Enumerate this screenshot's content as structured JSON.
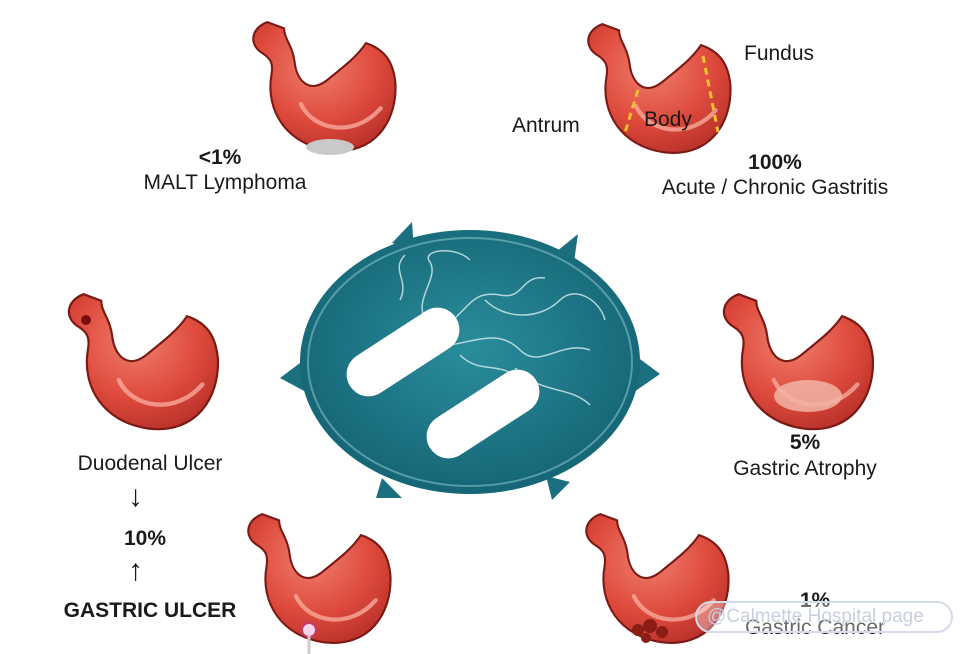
{
  "center": {
    "graphic": "h-pylori-bacteria-icon"
  },
  "regions": {
    "fundus": "Fundus",
    "antrum": "Antrum",
    "body": "Body"
  },
  "outcomes": {
    "malt": {
      "percent": "<1%",
      "label": "MALT Lymphoma"
    },
    "gastritis": {
      "percent": "100%",
      "label": "Acute / Chronic Gastritis"
    },
    "duodenal": {
      "label": "Duodenal Ulcer"
    },
    "ulcer": {
      "percent": "10%",
      "label": "GASTRIC ULCER"
    },
    "atrophy": {
      "percent": "5%",
      "label": "Gastric Atrophy"
    },
    "cancer": {
      "percent": "1%",
      "label": "Gastric Cancer"
    }
  },
  "watermark": "@Calmette Hospital page",
  "colors": {
    "stomach": "#d8453a",
    "bacteria_bg": "#1b7585",
    "arrow": "#111111"
  }
}
